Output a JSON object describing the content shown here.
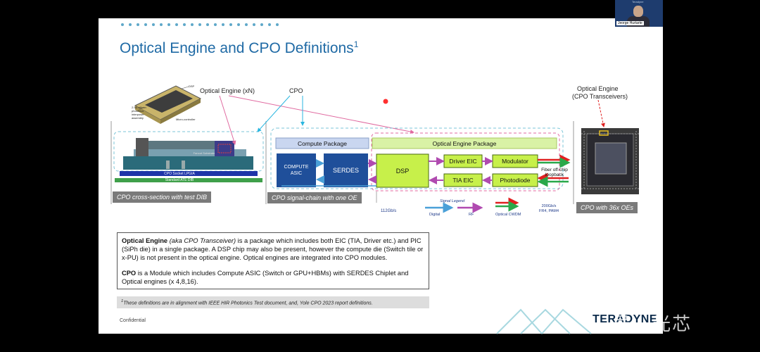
{
  "slide": {
    "title": "Optical Engine and CPO Definitions",
    "title_sup": "1",
    "confidential": "Confidential",
    "brand": "TERADYNE"
  },
  "webcam": {
    "name_label": "Jeorge Hurtarte",
    "top_label": "Teradyne"
  },
  "overlay": {
    "watermark": "号 · 光芯"
  },
  "diagram": {
    "label_optical_engine_xn": "Optical Engine (xN)",
    "label_cpo": "CPO",
    "label_optical_engine_right": "Optical Engine",
    "label_cpo_transceivers": "(CPO Transceivers)",
    "compute_package": "Compute Package",
    "optical_engine_package": "Optical Engine Package",
    "compute_asic": "COMPUTE ASIC",
    "serdes": "SERDES",
    "dsp": "DSP",
    "driver_eic": "Driver EIC",
    "modulator": "Modulator",
    "tia_eic": "TIA EIC",
    "photodiode": "Photodiode",
    "fiber_loopback": "Fiber off-chip loopback",
    "rate_112": "112Gb/s",
    "rate_200": "200Gb/s FR4, PAM4",
    "cap_cross_section": "CPO cross-section with test DIB",
    "cap_signal_chain": "CPO signal-chain with one OE",
    "cap_36x": "CPO with 36x OEs",
    "xs_fanout": "Fanout Substrate",
    "xs_cpo_socket": "CPO Socket LPGIA",
    "xs_dib": "Standard ATE DIB",
    "xs_tiny_notes": [
      "DSP",
      "2.5D silicon photonics interposer assembly",
      "Micro-controller"
    ]
  },
  "legend": {
    "title": "Signal Legend",
    "digital": "Digital",
    "rf": "RF",
    "optical": "Optical CWDM"
  },
  "definitions": {
    "oe_term": "Optical Engine",
    "oe_aka": "(aka CPO Transceiver)",
    "oe_text": " is a package which includes both EIC (TIA, Driver etc.) and PIC (SiPh die) in a single package. A DSP chip may also be present, however the compute die (Switch tile or x-PU) is not present in the optical engine. Optical engines are integrated into CPO modules.",
    "cpo_term": "CPO",
    "cpo_text": " is a Module which includes Compute ASIC (Switch or GPU+HBMs) with SERDES Chiplet and Optical engines (x 4,8,16).",
    "footnote_sup": "1",
    "footnote": "These definitions are in alignment with IEEE HIR Photonics Test document, and, Yole CPO 2023 report definitions."
  },
  "colors": {
    "title_blue": "#1f6aa5",
    "compute_pkg": "#c9d6f0",
    "oe_pkg": "#d9f2a6",
    "navy_block": "#1f4f9a",
    "dsp_green": "#c7f04a",
    "arrow_red": "#e02020",
    "arrow_green": "#2aa84a",
    "arrow_digital": "#4aa0d8",
    "arrow_rf": "#b04ab0"
  }
}
